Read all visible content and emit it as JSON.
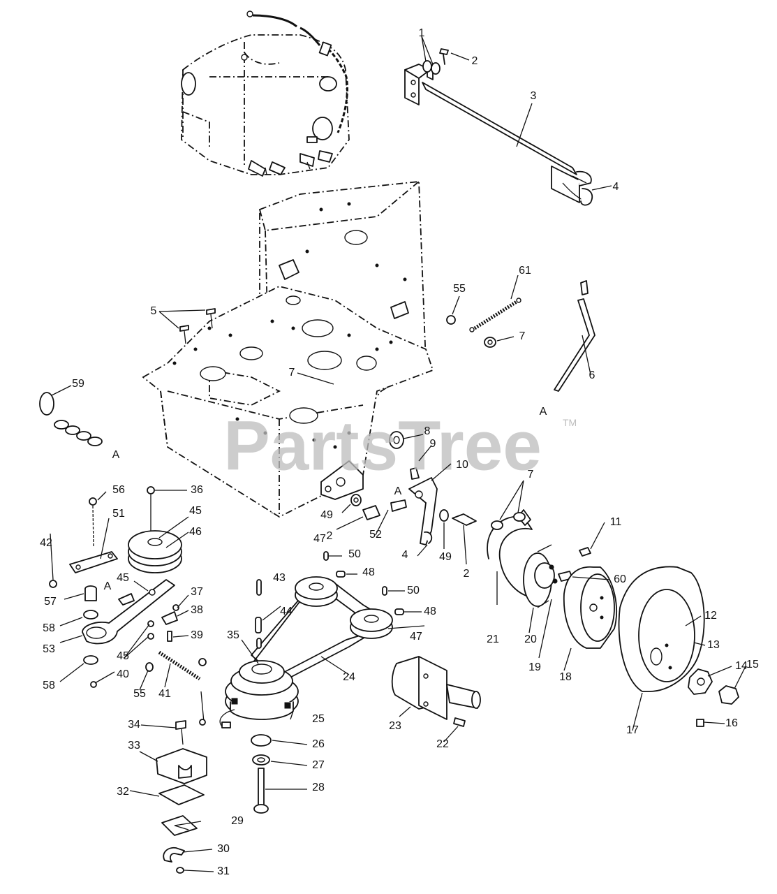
{
  "watermark": {
    "text": "PartsTree",
    "trademark": "TM"
  },
  "callouts": [
    "1",
    "2",
    "3",
    "4",
    "4",
    "4",
    "5",
    "6",
    "7",
    "7",
    "7",
    "8",
    "9",
    "10",
    "11",
    "12",
    "13",
    "14",
    "15",
    "16",
    "17",
    "18",
    "19",
    "20",
    "21",
    "22",
    "23",
    "24",
    "25",
    "26",
    "27",
    "28",
    "29",
    "30",
    "31",
    "32",
    "33",
    "34",
    "35",
    "36",
    "37",
    "38",
    "39",
    "40",
    "41",
    "42",
    "43",
    "44",
    "45",
    "45",
    "45",
    "46",
    "47",
    "47",
    "48",
    "48",
    "49",
    "49",
    "50",
    "50",
    "51",
    "52",
    "53",
    "55",
    "55",
    "56",
    "57",
    "58",
    "58",
    "59",
    "60",
    "61",
    "2",
    "2",
    "A",
    "A",
    "A",
    "A"
  ],
  "colors": {
    "line": "#111111",
    "watermark": "#bdbdbd",
    "background": "#ffffff"
  }
}
